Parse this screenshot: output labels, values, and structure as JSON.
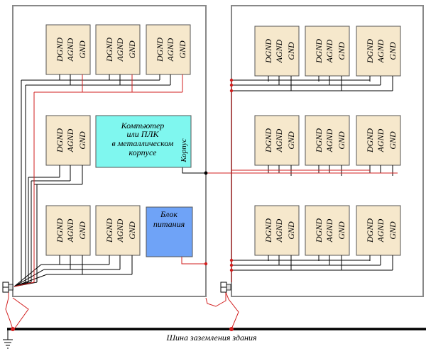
{
  "module_labels": [
    "DGND",
    "AGND",
    "GND"
  ],
  "computer_box": {
    "lines": [
      "Компьютер",
      "или ПЛК",
      "в металлическом",
      "корпусе"
    ],
    "case_label": "Корпус",
    "fill": "#7ff7ef"
  },
  "power_box": {
    "lines": [
      "Блок",
      "питания"
    ],
    "fill": "#6fa3f7"
  },
  "ground_bus_label": "Шина заземления здания",
  "colors": {
    "cabinet_border": "#888888",
    "module_fill": "#f6e8cc",
    "ground_wire": "#d21f1f",
    "signal_wire": "#000000",
    "bus": "#000000"
  },
  "symbols": {
    "ground": "ground-icon",
    "terminal": "terminal-clamp-icon"
  }
}
